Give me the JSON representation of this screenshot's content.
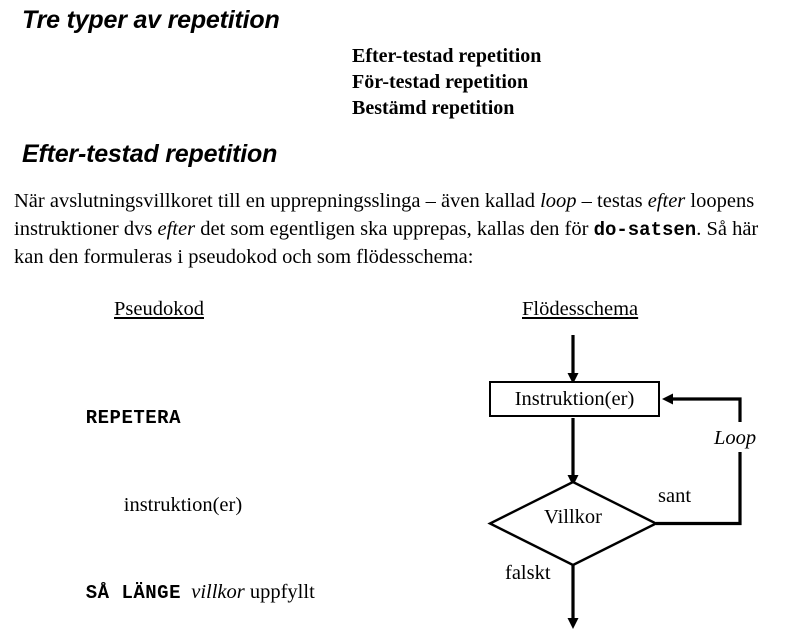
{
  "document": {
    "heading_main": "Tre typer av repetition",
    "heading_section": "Efter-testad repetition",
    "types": [
      "Efter-testad repetition",
      "För-testad repetition",
      "Bestämd repetition"
    ],
    "paragraph": {
      "p1": "När avslutningsvillkoret till en upprepningsslinga – även kallad ",
      "i1": "loop",
      "p2": " – testas ",
      "i2": "efter",
      "p3": " loopens instruktioner dvs ",
      "i3": "efter",
      "p4": " det som egentligen ska upprepas, kallas den för ",
      "m1": "do-satsen",
      "p5": ". Så här kan den formuleras i pseudokod och som flödesschema:"
    },
    "labels": {
      "pseudokod": "Pseudokod",
      "flodesschema": "Flödesschema"
    },
    "pseudocode": {
      "line1_keyword": "REPETERA",
      "line2_body": "instruktion(er)",
      "line3_keyword": "SÅ LÄNGE",
      "line3_italic": "villkor",
      "line3_rest": " uppfyllt"
    },
    "flowchart": {
      "instruction_box": "Instruktion(er)",
      "decision_diamond": "Villkor",
      "loop_label": "Loop",
      "true_label": "sant",
      "false_label": "falskt",
      "stroke_color": "#000000",
      "fill_color": "#ffffff"
    }
  }
}
